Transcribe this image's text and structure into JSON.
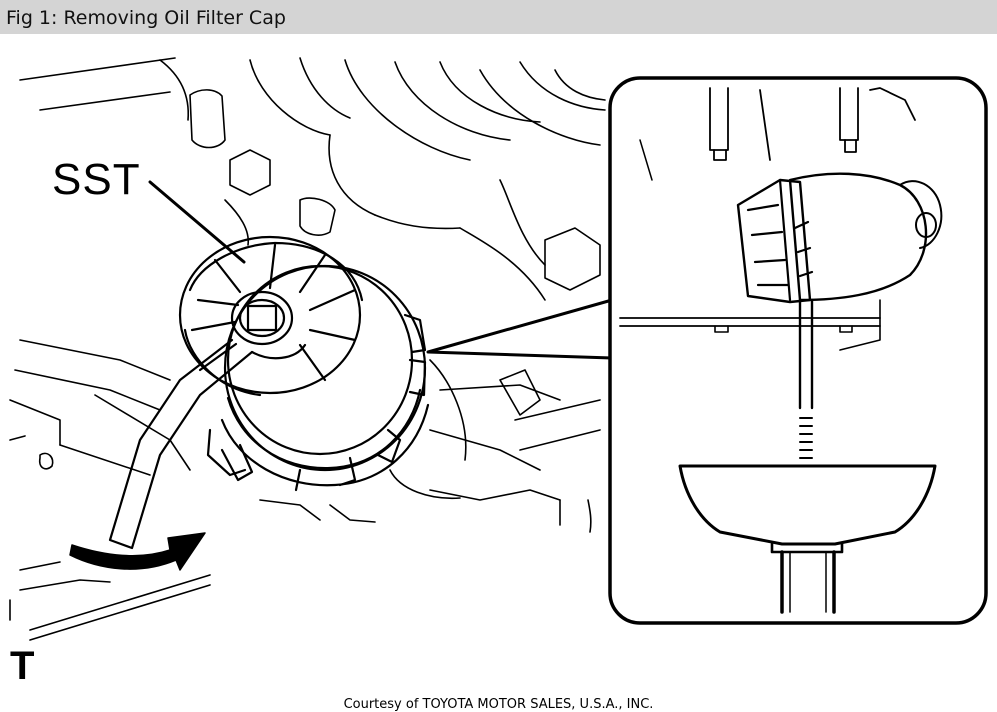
{
  "figure": {
    "title": "Fig 1: Removing Oil Filter Cap",
    "callout_tool": "SST",
    "callout_orientation": "T",
    "credit": "Courtesy of TOYOTA MOTOR SALES, U.S.A., INC."
  },
  "colors": {
    "header_bg": "#d4d4d4",
    "line": "#000000",
    "background": "#ffffff"
  },
  "icons": {
    "rotation_arrow": "curved-arrow-icon"
  }
}
